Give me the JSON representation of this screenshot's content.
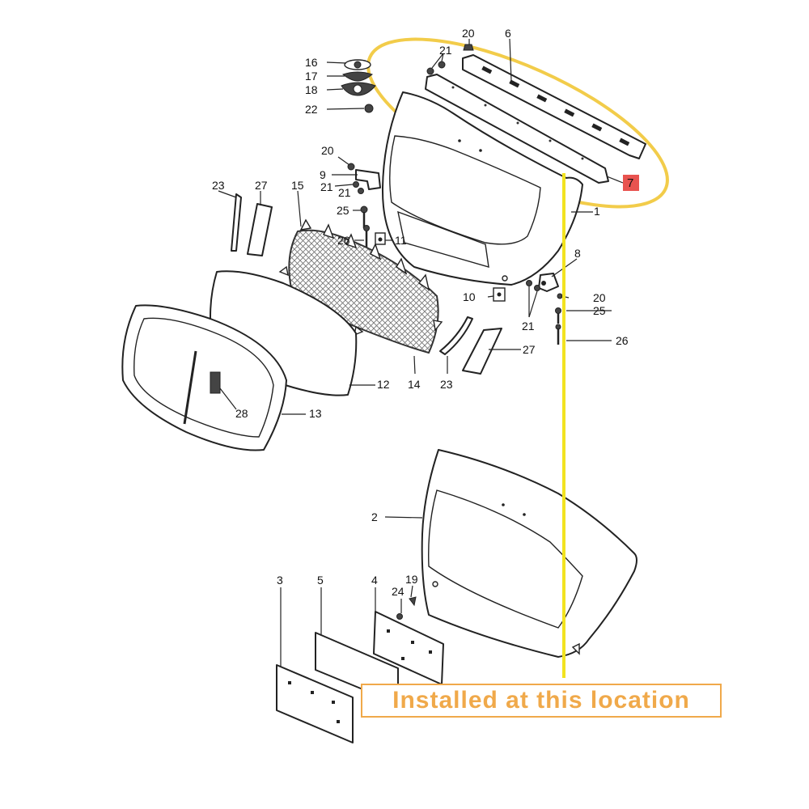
{
  "callouts": {
    "c1": "1",
    "c2": "2",
    "c3": "3",
    "c4": "4",
    "c5": "5",
    "c6": "6",
    "c7": "7",
    "c8": "8",
    "c9": "9",
    "c10": "10",
    "c11": "11",
    "c12": "12",
    "c13": "13",
    "c14": "14",
    "c15": "15",
    "c16": "16",
    "c17": "17",
    "c18": "18",
    "c19": "19",
    "c20a": "20",
    "c20b": "20",
    "c20c": "20",
    "c21a": "21",
    "c21b": "21",
    "c21c": "21",
    "c21d": "21",
    "c22": "22",
    "c23a": "23",
    "c23b": "23",
    "c24": "24",
    "c25a": "25",
    "c25b": "25",
    "c26a": "26",
    "c26b": "26",
    "c27a": "27",
    "c27b": "27",
    "c28": "28"
  },
  "banner_text": "Installed at this location",
  "colors": {
    "highlight_ellipse": "#f2cc4a",
    "location_line": "#f2e320",
    "banner": "#f0a94a",
    "part7_marker": "#e8534f"
  }
}
